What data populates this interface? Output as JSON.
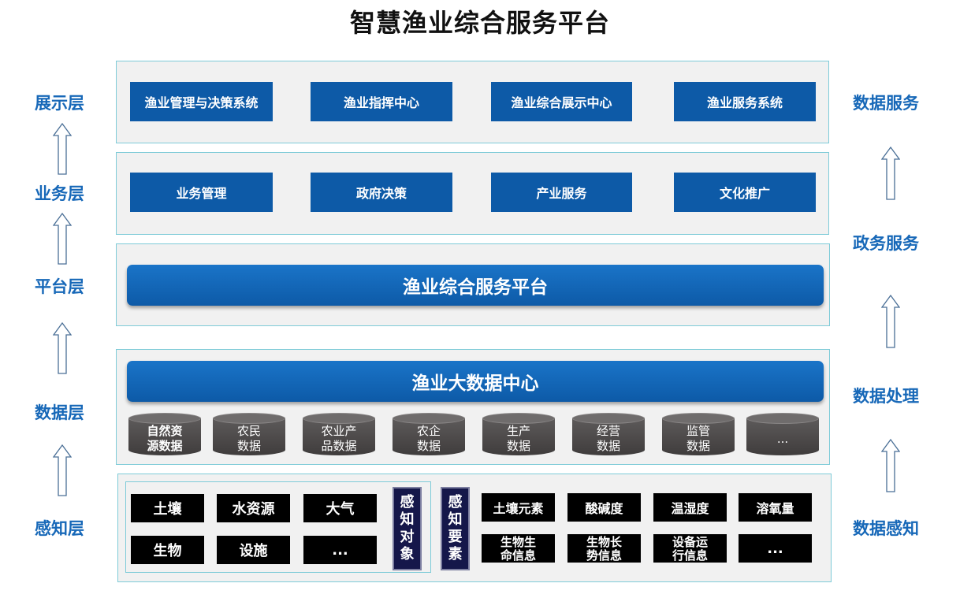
{
  "title": "智慧渔业综合服务平台",
  "left_labels": [
    "展示层",
    "业务层",
    "平台层",
    "数据层",
    "感知层"
  ],
  "right_labels": [
    "数据服务",
    "政务服务",
    "数据处理",
    "数据感知"
  ],
  "display_layer": [
    "渔业管理与决策系统",
    "渔业指挥中心",
    "渔业综合展示中心",
    "渔业服务系统"
  ],
  "business_layer": [
    "业务管理",
    "政府决策",
    "产业服务",
    "文化推广"
  ],
  "platform_layer": {
    "bar": "渔业综合服务平台"
  },
  "data_layer": {
    "bar": "渔业大数据中心",
    "databases": [
      "自然资\n源数据",
      "农民\n数据",
      "农业产\n品数据",
      "农企\n数据",
      "生产\n数据",
      "经营\n数据",
      "监管\n数据",
      "..."
    ]
  },
  "sensing_layer": {
    "objects": [
      "土壤",
      "水资源",
      "大气",
      "生物",
      "设施",
      "..."
    ],
    "objects_tag": "感知对象",
    "elements_tag": "感知要素",
    "elements": [
      "土壤元素",
      "酸碱度",
      "温湿度",
      "溶氧量",
      "生物生\n命信息",
      "生物长\n势信息",
      "设备运\n行信息",
      "..."
    ]
  },
  "colors": {
    "accent_blue": "#1768b8",
    "box_blue": "#0d5aa7",
    "layer_bg": "#f1f1f1",
    "layer_border": "#7ecbd8",
    "tag_navy": "#15174a"
  }
}
